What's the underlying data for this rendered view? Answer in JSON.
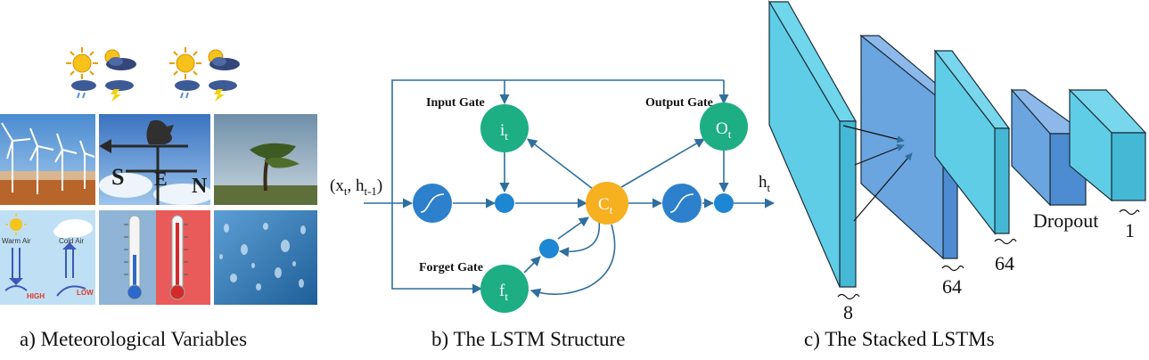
{
  "panel_a": {
    "caption": "a) Meteorological Variables",
    "weather_icons": [
      "sun-icon",
      "partly-cloudy-icon",
      "rain-cloud-icon",
      "thunderstorm-icon",
      "sun-icon",
      "partly-cloudy-icon",
      "rain-cloud-icon",
      "thunderstorm-icon"
    ],
    "photos": [
      "wind-turbines-photo",
      "weather-vane-photo",
      "windblown-tree-photo",
      "air-pressure-diagram",
      "thermometers-photo",
      "humidity-droplets-photo"
    ],
    "pressure_diagram": {
      "warm_air": "Warm Air",
      "cold_air": "Cold Air",
      "high": "HIGH",
      "low": "LOW"
    },
    "vane_letters": [
      "S",
      "E",
      "N"
    ]
  },
  "panel_b": {
    "caption": "b) The LSTM Structure",
    "input_gate_label": "Input Gate",
    "output_gate_label": "Output Gate",
    "forget_gate_label": "Forget Gate",
    "input_gate_node": {
      "base": "i",
      "sub": "t"
    },
    "output_gate_node": {
      "base": "O",
      "sub": "t"
    },
    "forget_gate_node": {
      "base": "f",
      "sub": "t"
    },
    "cell_node": {
      "base": "C",
      "sub": "t"
    },
    "input_label": {
      "open": "(x",
      "sub1": "t",
      "mid": ", h",
      "sub2": "t-1",
      "close": ")"
    },
    "output_label": {
      "base": "h",
      "sub": "t"
    },
    "colors": {
      "gate": "#1dae84",
      "cell": "#f6b020",
      "mult": "#1f86d3",
      "sigma": "#2c80cc",
      "arrow": "#2f6f9d"
    }
  },
  "panel_c": {
    "caption": "c) The Stacked LSTMs",
    "dim_labels": [
      "8",
      "64",
      "64",
      "1"
    ],
    "dropout_label": "Dropout",
    "colors": {
      "light": "#5fcde6",
      "dark": "#6aa5e0"
    }
  }
}
